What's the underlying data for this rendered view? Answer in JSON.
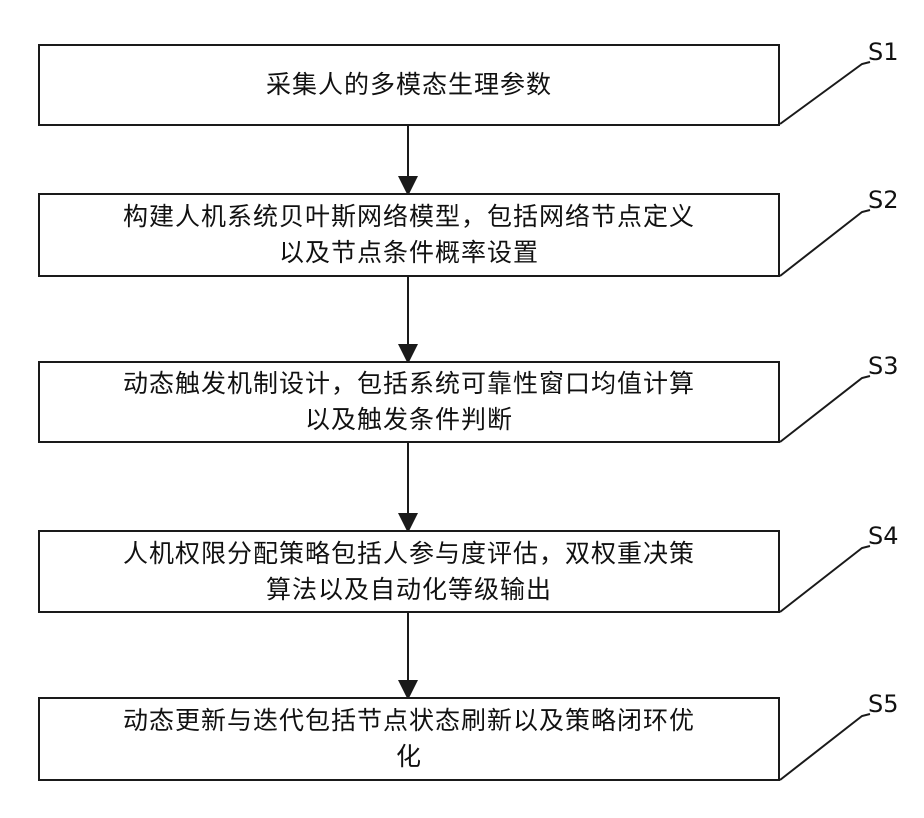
{
  "steps": [
    {
      "id": "S1",
      "lines": [
        "采集人的多模态生理参数"
      ]
    },
    {
      "id": "S2",
      "lines": [
        "构建人机系统贝叶斯网络模型，包括网络节点定义",
        "以及节点条件概率设置"
      ]
    },
    {
      "id": "S3",
      "lines": [
        "动态触发机制设计，包括系统可靠性窗口均值计算",
        "以及触发条件判断"
      ]
    },
    {
      "id": "S4",
      "lines": [
        "人机权限分配策略包括人参与度评估，双权重决策",
        "算法以及自动化等级输出"
      ]
    },
    {
      "id": "S5",
      "lines": [
        "动态更新与迭代包括节点状态刷新以及策略闭环优",
        "化"
      ]
    }
  ]
}
